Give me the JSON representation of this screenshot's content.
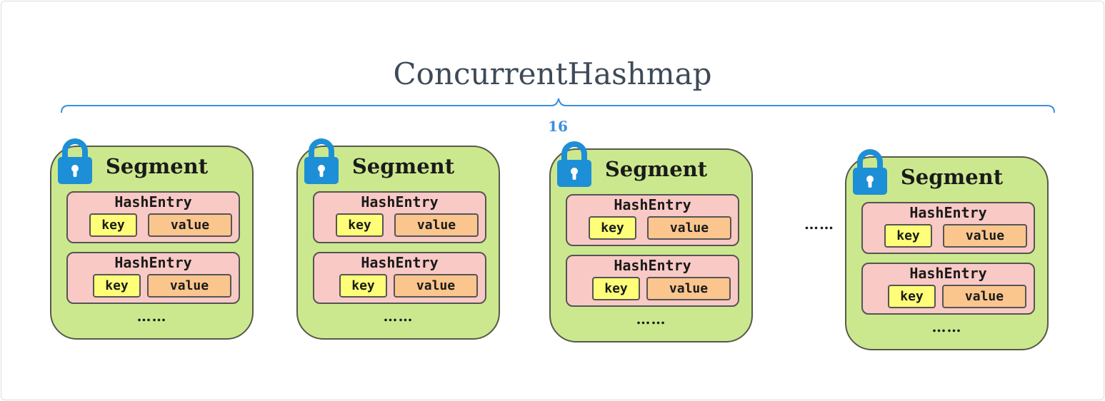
{
  "diagram": {
    "title": "ConcurrentHashmap",
    "count_label": "16",
    "between_ellipsis": "……",
    "colors": {
      "brace": "#3b8fdb",
      "segment_fill": "#cce88e",
      "entry_fill": "#f9c9c6",
      "key_fill": "#fefe78",
      "value_fill": "#fbc58e",
      "lock": "#1d8fd6"
    },
    "segments": [
      {
        "label": "Segment",
        "entries": [
          {
            "label": "HashEntry",
            "key": "key",
            "value": "value"
          },
          {
            "label": "HashEntry",
            "key": "key",
            "value": "value"
          }
        ],
        "ellipsis": "……"
      },
      {
        "label": "Segment",
        "entries": [
          {
            "label": "HashEntry",
            "key": "key",
            "value": "value"
          },
          {
            "label": "HashEntry",
            "key": "key",
            "value": "value"
          }
        ],
        "ellipsis": "……"
      },
      {
        "label": "Segment",
        "entries": [
          {
            "label": "HashEntry",
            "key": "key",
            "value": "value"
          },
          {
            "label": "HashEntry",
            "key": "key",
            "value": "value"
          }
        ],
        "ellipsis": "……"
      },
      {
        "label": "Segment",
        "entries": [
          {
            "label": "HashEntry",
            "key": "key",
            "value": "value"
          },
          {
            "label": "HashEntry",
            "key": "key",
            "value": "value"
          }
        ],
        "ellipsis": "……"
      }
    ]
  }
}
